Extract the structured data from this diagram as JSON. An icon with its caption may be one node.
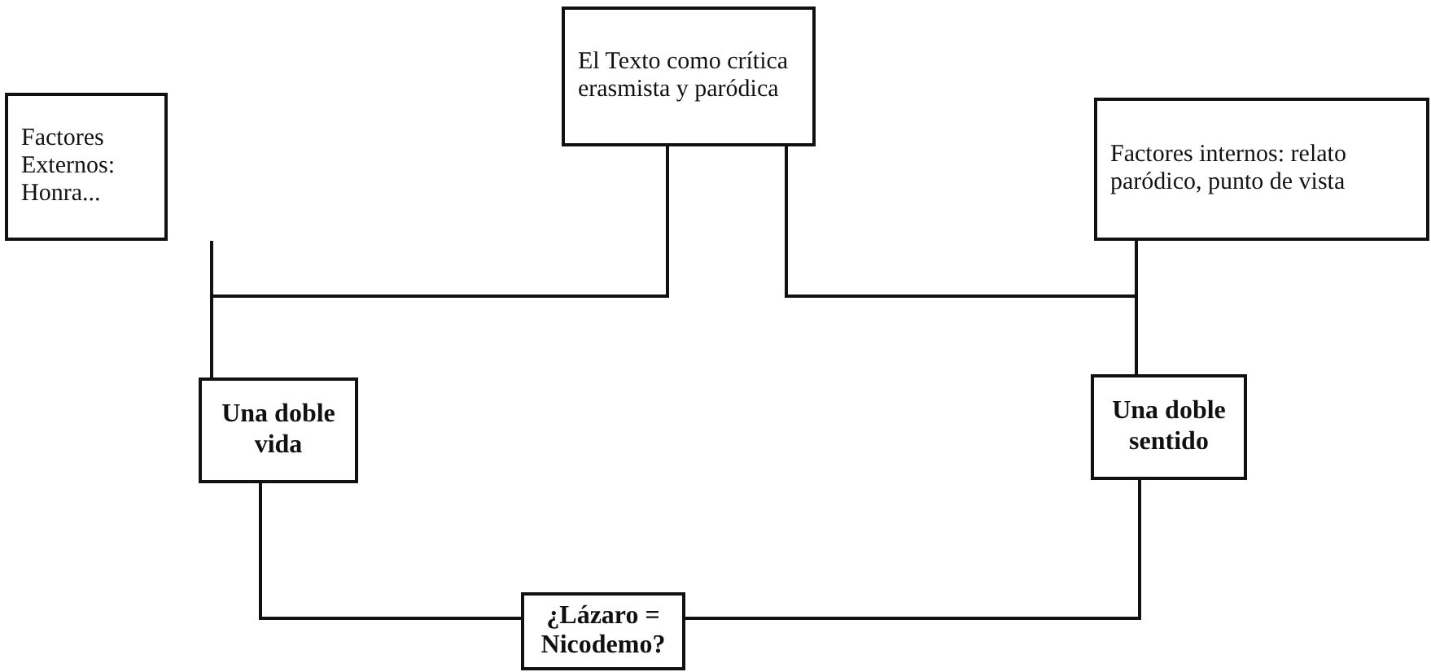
{
  "diagram": {
    "nodes": [
      {
        "text": [
          "El Texto como crítica erasmista y paródica"
        ]
      },
      {
        "text": [
          "Factores Externos: Honra..."
        ]
      },
      {
        "text": [
          "Factores internos: relato paródico, punto de vista"
        ]
      },
      {
        "text": [
          "Una doble vida"
        ]
      },
      {
        "text": [
          "Una doble sentido"
        ]
      },
      {
        "text": [
          "¿Lázaro = Nicodemo?"
        ]
      }
    ],
    "edges": [
      {
        "from": 0,
        "to": 1,
        "arrow": "none"
      },
      {
        "from": 0,
        "to": 2,
        "arrow": "none"
      },
      {
        "from": 1,
        "to": 3,
        "arrow": "none"
      },
      {
        "from": 2,
        "to": 4,
        "arrow": "none"
      },
      {
        "from": 3,
        "to": 5,
        "arrow": "none"
      },
      {
        "from": 4,
        "to": 5,
        "arrow": "none"
      }
    ]
  }
}
